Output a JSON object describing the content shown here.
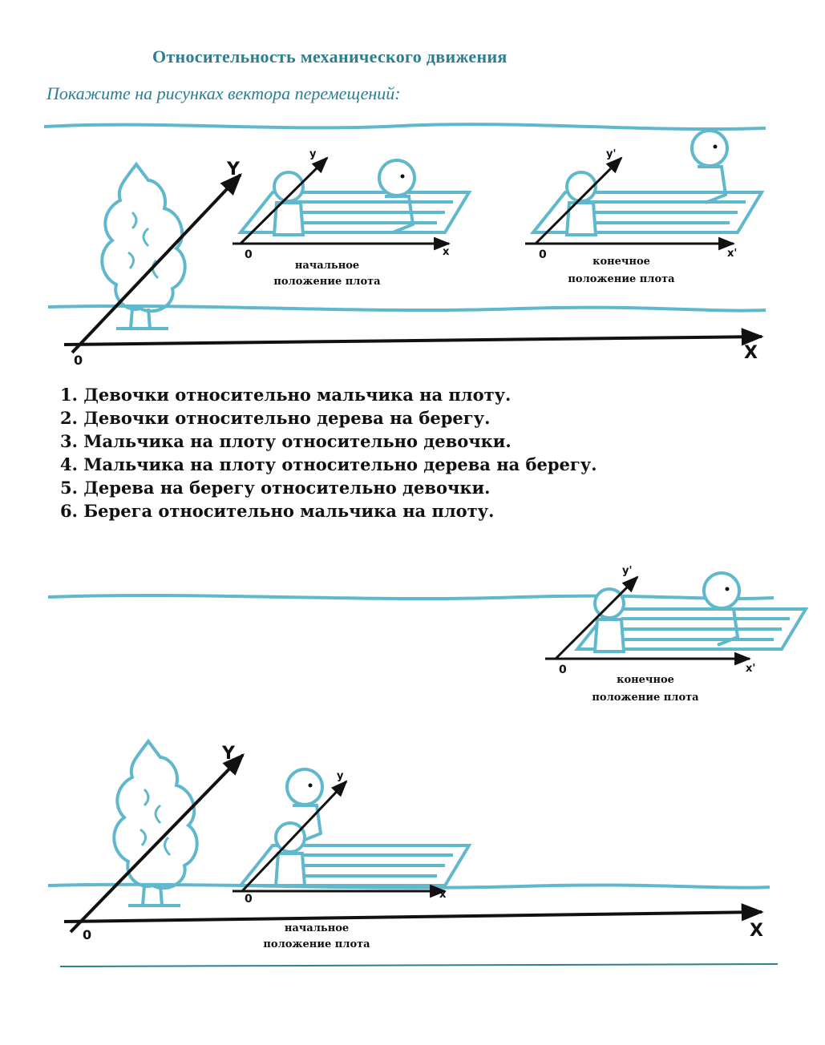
{
  "title": "Относительность механического движения",
  "subtitle": "Покажите на рисунках вектора перемещений:",
  "diagram1": {
    "ground_axes": {
      "x": "X",
      "y": "Y",
      "origin": "0"
    },
    "raft_start": {
      "x": "x",
      "y": "y",
      "origin": "0",
      "caption_line1": "начальное",
      "caption_line2": "положение плота"
    },
    "raft_end": {
      "x": "x'",
      "y": "y'",
      "origin": "0",
      "caption_line1": "конечное",
      "caption_line2": "положение плота"
    }
  },
  "tasks": [
    "1. Девочки  относительно мальчика на плоту.",
    "2. Девочки  относительно дерева на берегу.",
    "3. Мальчика на плоту  относительно девочки.",
    "4. Мальчика на плоту  относительно дерева на берегу.",
    "5. Дерева на берегу  относительно девочки.",
    "6. Берега  относительно мальчика на плоту."
  ],
  "diagram2": {
    "raft_end": {
      "x": "x'",
      "y": "y'",
      "origin": "0",
      "caption_line1": "конечное",
      "caption_line2": "положение плота"
    }
  },
  "diagram3": {
    "ground_axes": {
      "x": "X",
      "y": "Y",
      "origin": "0"
    },
    "raft_start": {
      "x": "x",
      "y": "y",
      "origin": "0",
      "caption_line1": "начальное",
      "caption_line2": "положение плота"
    }
  },
  "colors": {
    "accent": "#2d7f8f",
    "ink": "#111111",
    "water": "#5fb8cc"
  }
}
